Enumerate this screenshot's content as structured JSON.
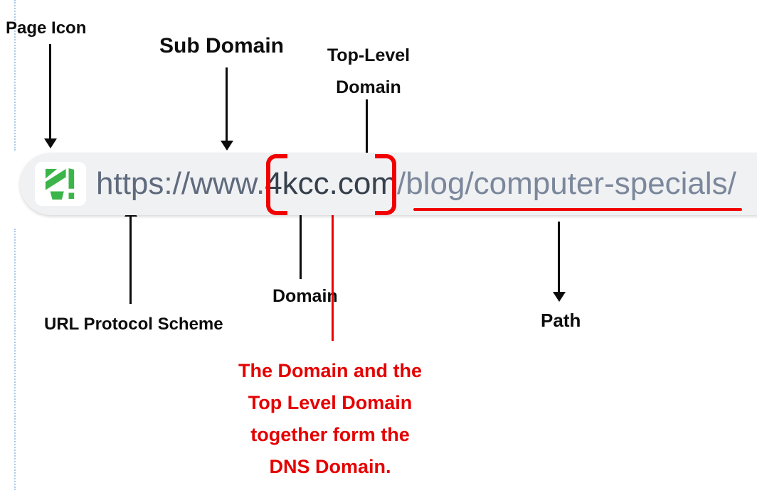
{
  "diagram": {
    "labels": {
      "page_icon": "Page Icon",
      "sub_domain": "Sub Domain",
      "top_level_domain_line1": "Top-Level",
      "top_level_domain_line2": "Domain",
      "url_protocol_scheme": "URL Protocol Scheme",
      "domain": "Domain",
      "path": "Path"
    },
    "note": {
      "lines": {
        "0": "The Domain and the",
        "1": "Top Level Domain",
        "2": "together form the",
        "3": "DNS Domain."
      }
    },
    "address_bar": {
      "url_scheme": "https://www.",
      "url_domain": "4kcc.com",
      "url_path": "/blog/computer-specials/",
      "favicon": "4kcc-green-logo"
    },
    "colors": {
      "annotation_red": "#f20000",
      "note_text_red": "#e50000",
      "arrow_black": "#0c0c0c",
      "address_bar_bg": "#f0f1f3",
      "url_scheme_color": "#5f6b7d",
      "url_domain_color": "#36404d",
      "url_path_color": "#7b879b",
      "favicon_green": "#3bb54a",
      "guide_line_blue": "#8fb7e6"
    }
  }
}
